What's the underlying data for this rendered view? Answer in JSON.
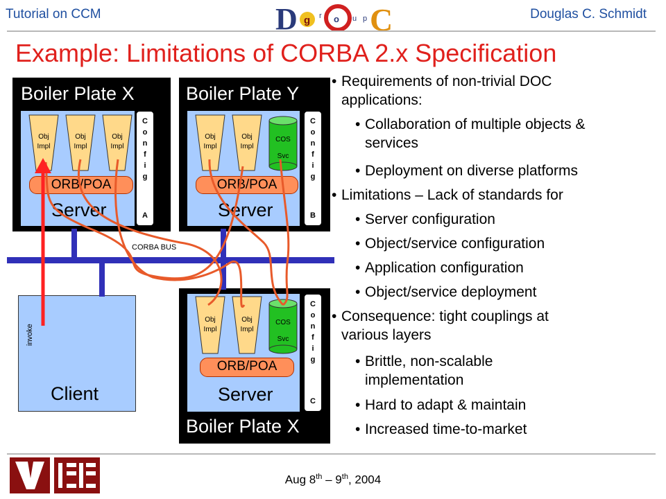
{
  "header": {
    "left": "Tutorial on CCM",
    "logo_letters": [
      "D",
      "g",
      "r",
      "o",
      "u",
      "p",
      "C"
    ],
    "right": "Douglas C. Schmidt"
  },
  "title": "Example: Limitations of CORBA 2.x Specification",
  "diagram": {
    "plate_x_top": {
      "title": "Boiler Plate X",
      "server": "Server",
      "orb": "ORB/POA",
      "config": [
        "C",
        "o",
        "n",
        "f",
        "i",
        "g",
        "A"
      ]
    },
    "plate_y": {
      "title": "Boiler Plate Y",
      "server": "Server",
      "orb": "ORB/POA",
      "config": [
        "C",
        "o",
        "n",
        "f",
        "i",
        "g",
        "B"
      ]
    },
    "plate_x_bottom": {
      "title": "Boiler Plate X",
      "server": "Server",
      "orb": "ORB/POA",
      "config": [
        "C",
        "o",
        "n",
        "f",
        "i",
        "g",
        "C"
      ]
    },
    "obj_impl": [
      "Obj",
      "Impl"
    ],
    "cos_svc": [
      "COS",
      "Svc"
    ],
    "bus_label": "CORBA BUS",
    "client": {
      "label": "Client",
      "invoke": "invoke"
    }
  },
  "bullets": [
    {
      "level": 1,
      "lines": [
        "Requirements of non-trivial DOC",
        "applications:"
      ]
    },
    {
      "level": 2,
      "lines": [
        "Collaboration of multiple objects &",
        "services"
      ]
    },
    {
      "level": 2,
      "lines": [
        "Deployment on diverse platforms"
      ]
    },
    {
      "level": 1,
      "lines": [
        "Limitations – Lack of standards for"
      ]
    },
    {
      "level": 2,
      "lines": [
        "Server configuration"
      ]
    },
    {
      "level": 2,
      "lines": [
        "Object/service configuration"
      ]
    },
    {
      "level": 2,
      "lines": [
        "Application configuration"
      ]
    },
    {
      "level": 2,
      "lines": [
        "Object/service deployment"
      ]
    },
    {
      "level": 1,
      "lines": [
        "Consequence: tight couplings at",
        "various layers"
      ]
    },
    {
      "level": 2,
      "lines": [
        "Brittle, non-scalable",
        "implementation"
      ]
    },
    {
      "level": 2,
      "lines": [
        "Hard to adapt & maintain"
      ]
    },
    {
      "level": 2,
      "lines": [
        "Increased time-to-market"
      ]
    }
  ],
  "footer": {
    "date_a": "Aug 8",
    "sup_a": "th",
    "date_b": " – 9",
    "sup_b": "th",
    "date_c": ", 2004"
  },
  "colors": {
    "title": "#e0201c",
    "header": "#1f4fa0",
    "server": "#a8ccff",
    "orb": "#ff8f5a",
    "obj": "#ffd98a",
    "cos": "#22c022",
    "bus": "#3030b8",
    "wire": "#e85a2a",
    "invoke": "#ff2222"
  }
}
